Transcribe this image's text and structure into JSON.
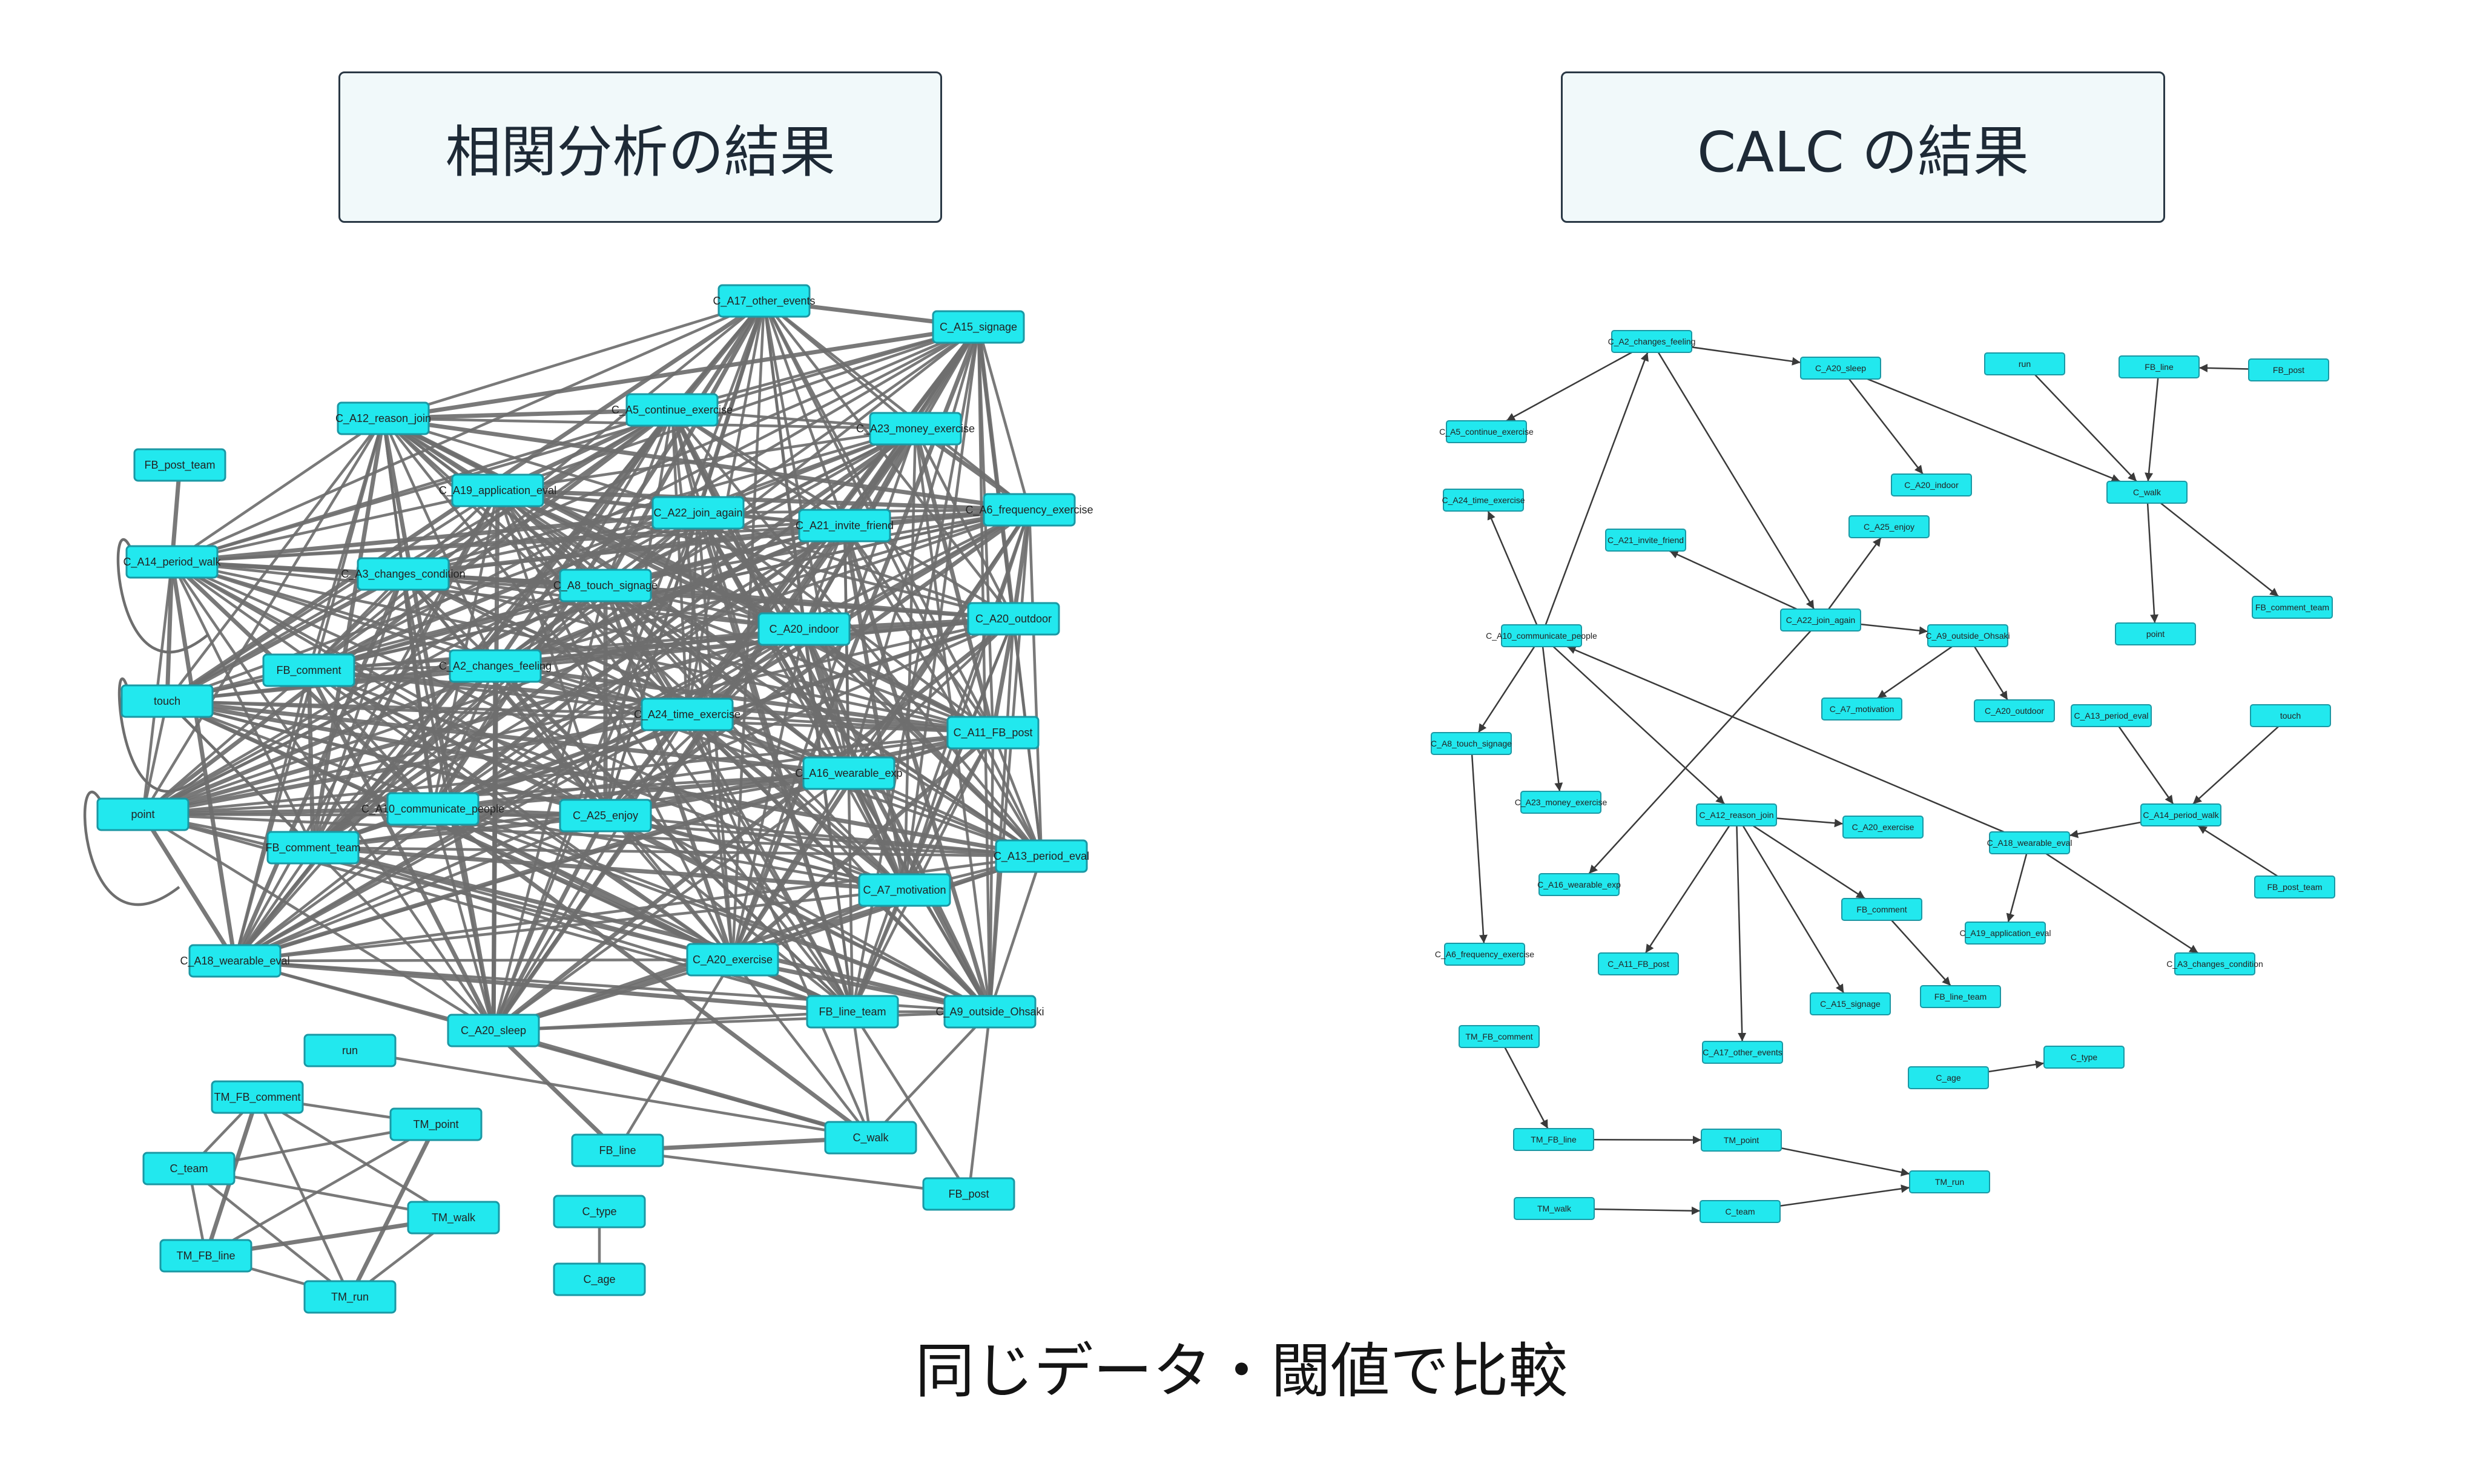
{
  "left_panel": {
    "title": "相関分析の結果",
    "nodes": [
      {
        "id": "C_A17_other_events",
        "label": "C_A17_other_events"
      },
      {
        "id": "C_A15_signage",
        "label": "C_A15_signage"
      },
      {
        "id": "C_A12_reason_join",
        "label": "C_A12_reason_join"
      },
      {
        "id": "C_A5_continue_exercise",
        "label": "C_A5_continue_exercise"
      },
      {
        "id": "C_A23_money_exercise",
        "label": "C_A23_money_exercise"
      },
      {
        "id": "FB_post_team",
        "label": "FB_post_team"
      },
      {
        "id": "C_A19_application_eval",
        "label": "C_A19_application_eval"
      },
      {
        "id": "C_A22_join_again",
        "label": "C_A22_join_again"
      },
      {
        "id": "C_A21_invite_friend",
        "label": "C_A21_invite_friend"
      },
      {
        "id": "C_A6_frequency_exercise",
        "label": "C_A6_frequency_exercise"
      },
      {
        "id": "C_A14_period_walk",
        "label": "C_A14_period_walk"
      },
      {
        "id": "C_A3_changes_condition",
        "label": "C_A3_changes_condition"
      },
      {
        "id": "C_A8_touch_signage",
        "label": "C_A8_touch_signage"
      },
      {
        "id": "C_A20_outdoor",
        "label": "C_A20_outdoor"
      },
      {
        "id": "C_A20_indoor",
        "label": "C_A20_indoor"
      },
      {
        "id": "FB_comment",
        "label": "FB_comment"
      },
      {
        "id": "C_A2_changes_feeling",
        "label": "C_A2_changes_feeling"
      },
      {
        "id": "touch",
        "label": "touch"
      },
      {
        "id": "C_A24_time_exercise",
        "label": "C_A24_time_exercise"
      },
      {
        "id": "C_A11_FB_post",
        "label": "C_A11_FB_post"
      },
      {
        "id": "C_A16_wearable_exp",
        "label": "C_A16_wearable_exp"
      },
      {
        "id": "point",
        "label": "point"
      },
      {
        "id": "C_A10_communicate_people",
        "label": "C_A10_communicate_people"
      },
      {
        "id": "C_A25_enjoy",
        "label": "C_A25_enjoy"
      },
      {
        "id": "FB_comment_team",
        "label": "FB_comment_team"
      },
      {
        "id": "C_A13_period_eval",
        "label": "C_A13_period_eval"
      },
      {
        "id": "C_A7_motivation",
        "label": "C_A7_motivation"
      },
      {
        "id": "C_A18_wearable_eval",
        "label": "C_A18_wearable_eval"
      },
      {
        "id": "C_A20_exercise",
        "label": "C_A20_exercise"
      },
      {
        "id": "C_A20_sleep",
        "label": "C_A20_sleep"
      },
      {
        "id": "FB_line_team",
        "label": "FB_line_team"
      },
      {
        "id": "C_A9_outside_Ohsaki",
        "label": "C_A9_outside_Ohsaki"
      },
      {
        "id": "run",
        "label": "run"
      },
      {
        "id": "TM_FB_comment",
        "label": "TM_FB_comment"
      },
      {
        "id": "TM_point",
        "label": "TM_point"
      },
      {
        "id": "C_walk",
        "label": "C_walk"
      },
      {
        "id": "FB_line",
        "label": "FB_line"
      },
      {
        "id": "C_team",
        "label": "C_team"
      },
      {
        "id": "TM_walk",
        "label": "TM_walk"
      },
      {
        "id": "FB_post",
        "label": "FB_post"
      },
      {
        "id": "C_type",
        "label": "C_type"
      },
      {
        "id": "TM_FB_line",
        "label": "TM_FB_line"
      },
      {
        "id": "TM_run",
        "label": "TM_run"
      },
      {
        "id": "C_age",
        "label": "C_age"
      }
    ],
    "extra_edges": [
      [
        "FB_post_team",
        "C_A14_period_walk"
      ],
      [
        "TM_FB_comment",
        "TM_point"
      ],
      [
        "TM_FB_comment",
        "C_team"
      ],
      [
        "TM_FB_comment",
        "TM_walk"
      ],
      [
        "TM_FB_comment",
        "TM_FB_line"
      ],
      [
        "TM_FB_comment",
        "TM_run"
      ],
      [
        "TM_point",
        "C_team"
      ],
      [
        "TM_point",
        "TM_FB_line"
      ],
      [
        "TM_point",
        "TM_run"
      ],
      [
        "C_team",
        "TM_walk"
      ],
      [
        "C_team",
        "TM_FB_line"
      ],
      [
        "C_team",
        "TM_run"
      ],
      [
        "TM_walk",
        "TM_FB_line"
      ],
      [
        "TM_walk",
        "TM_run"
      ],
      [
        "TM_FB_line",
        "TM_run"
      ],
      [
        "run",
        "C_walk"
      ],
      [
        "FB_line",
        "C_walk"
      ],
      [
        "FB_line",
        "FB_post"
      ],
      [
        "C_type",
        "C_age"
      ],
      [
        "FB_line_team",
        "C_walk"
      ],
      [
        "C_A20_sleep",
        "C_walk"
      ],
      [
        "C_A20_exercise",
        "C_walk"
      ],
      [
        "C_A9_outside_Ohsaki",
        "C_walk"
      ],
      [
        "C_A18_wearable_eval",
        "C_walk"
      ],
      [
        "C_A10_communicate_people",
        "C_walk"
      ],
      [
        "C_A24_time_exercise",
        "C_walk"
      ],
      [
        "FB_line_team",
        "FB_post"
      ],
      [
        "C_A9_outside_Ohsaki",
        "FB_post"
      ],
      [
        "C_A20_sleep",
        "FB_line"
      ],
      [
        "C_A20_exercise",
        "FB_line"
      ]
    ]
  },
  "right_panel": {
    "title": "CALC の結果",
    "nodes": [
      {
        "id": "C_A2_changes_feeling",
        "label": "C_A2_changes_feeling"
      },
      {
        "id": "C_A20_sleep",
        "label": "C_A20_sleep"
      },
      {
        "id": "run",
        "label": "run"
      },
      {
        "id": "FB_line",
        "label": "FB_line"
      },
      {
        "id": "FB_post",
        "label": "FB_post"
      },
      {
        "id": "C_A5_continue_exercise",
        "label": "C_A5_continue_exercise"
      },
      {
        "id": "C_A20_indoor",
        "label": "C_A20_indoor"
      },
      {
        "id": "C_walk",
        "label": "C_walk"
      },
      {
        "id": "C_A24_time_exercise",
        "label": "C_A24_time_exercise"
      },
      {
        "id": "C_A25_enjoy",
        "label": "C_A25_enjoy"
      },
      {
        "id": "C_A21_invite_friend",
        "label": "C_A21_invite_friend"
      },
      {
        "id": "FB_comment_team",
        "label": "FB_comment_team"
      },
      {
        "id": "C_A22_join_again",
        "label": "C_A22_join_again"
      },
      {
        "id": "point",
        "label": "point"
      },
      {
        "id": "C_A10_communicate_people",
        "label": "C_A10_communicate_people"
      },
      {
        "id": "C_A9_outside_Ohsaki",
        "label": "C_A9_outside_Ohsaki"
      },
      {
        "id": "C_A7_motivation",
        "label": "C_A7_motivation"
      },
      {
        "id": "C_A20_outdoor",
        "label": "C_A20_outdoor"
      },
      {
        "id": "C_A13_period_eval",
        "label": "C_A13_period_eval"
      },
      {
        "id": "touch",
        "label": "touch"
      },
      {
        "id": "C_A8_touch_signage",
        "label": "C_A8_touch_signage"
      },
      {
        "id": "C_A23_money_exercise",
        "label": "C_A23_money_exercise"
      },
      {
        "id": "C_A12_reason_join",
        "label": "C_A12_reason_join"
      },
      {
        "id": "C_A20_exercise",
        "label": "C_A20_exercise"
      },
      {
        "id": "C_A18_wearable_eval",
        "label": "C_A18_wearable_eval"
      },
      {
        "id": "C_A14_period_walk",
        "label": "C_A14_period_walk"
      },
      {
        "id": "C_A16_wearable_exp",
        "label": "C_A16_wearable_exp"
      },
      {
        "id": "FB_comment",
        "label": "FB_comment"
      },
      {
        "id": "FB_post_team",
        "label": "FB_post_team"
      },
      {
        "id": "C_A19_application_eval",
        "label": "C_A19_application_eval"
      },
      {
        "id": "C_A6_frequency_exercise",
        "label": "C_A6_frequency_exercise"
      },
      {
        "id": "C_A11_FB_post",
        "label": "C_A11_FB_post"
      },
      {
        "id": "C_A15_signage",
        "label": "C_A15_signage"
      },
      {
        "id": "FB_line_team",
        "label": "FB_line_team"
      },
      {
        "id": "C_A3_changes_condition",
        "label": "C_A3_changes_condition"
      },
      {
        "id": "TM_FB_comment",
        "label": "TM_FB_comment"
      },
      {
        "id": "C_A17_other_events",
        "label": "C_A17_other_events"
      },
      {
        "id": "C_type",
        "label": "C_type"
      },
      {
        "id": "C_age",
        "label": "C_age"
      },
      {
        "id": "TM_FB_line",
        "label": "TM_FB_line"
      },
      {
        "id": "TM_point",
        "label": "TM_point"
      },
      {
        "id": "TM_run",
        "label": "TM_run"
      },
      {
        "id": "TM_walk",
        "label": "TM_walk"
      },
      {
        "id": "C_team",
        "label": "C_team"
      }
    ],
    "edges": [
      [
        "C_A2_changes_feeling",
        "C_A5_continue_exercise"
      ],
      [
        "C_A2_changes_feeling",
        "C_A20_sleep"
      ],
      [
        "C_A2_changes_feeling",
        "C_A22_join_again"
      ],
      [
        "C_A10_communicate_people",
        "C_A2_changes_feeling"
      ],
      [
        "C_A20_sleep",
        "C_A20_indoor"
      ],
      [
        "C_A20_sleep",
        "C_walk"
      ],
      [
        "run",
        "C_walk"
      ],
      [
        "FB_post",
        "FB_line"
      ],
      [
        "FB_line",
        "C_walk"
      ],
      [
        "C_walk",
        "point"
      ],
      [
        "C_walk",
        "FB_comment_team"
      ],
      [
        "C_A10_communicate_people",
        "C_A24_time_exercise"
      ],
      [
        "C_A22_join_again",
        "C_A25_enjoy"
      ],
      [
        "C_A22_join_again",
        "C_A21_invite_friend"
      ],
      [
        "C_A22_join_again",
        "C_A9_outside_Ohsaki"
      ],
      [
        "C_A22_join_again",
        "C_A16_wearable_exp"
      ],
      [
        "C_A9_outside_Ohsaki",
        "C_A7_motivation"
      ],
      [
        "C_A9_outside_Ohsaki",
        "C_A20_outdoor"
      ],
      [
        "C_A10_communicate_people",
        "C_A8_touch_signage"
      ],
      [
        "C_A10_communicate_people",
        "C_A23_money_exercise"
      ],
      [
        "C_A10_communicate_people",
        "C_A12_reason_join"
      ],
      [
        "C_A8_touch_signage",
        "C_A6_frequency_exercise"
      ],
      [
        "C_A12_reason_join",
        "C_A20_exercise"
      ],
      [
        "C_A12_reason_join",
        "FB_comment"
      ],
      [
        "C_A12_reason_join",
        "C_A11_FB_post"
      ],
      [
        "C_A12_reason_join",
        "C_A15_signage"
      ],
      [
        "C_A12_reason_join",
        "C_A17_other_events"
      ],
      [
        "FB_comment",
        "FB_line_team"
      ],
      [
        "C_A18_wearable_eval",
        "C_A10_communicate_people"
      ],
      [
        "C_A18_wearable_eval",
        "C_A19_application_eval"
      ],
      [
        "C_A18_wearable_eval",
        "C_A3_changes_condition"
      ],
      [
        "C_A14_period_walk",
        "C_A18_wearable_eval"
      ],
      [
        "C_A13_period_eval",
        "C_A14_period_walk"
      ],
      [
        "touch",
        "C_A14_period_walk"
      ],
      [
        "FB_post_team",
        "C_A14_period_walk"
      ],
      [
        "TM_FB_comment",
        "TM_FB_line"
      ],
      [
        "TM_FB_line",
        "TM_point"
      ],
      [
        "TM_point",
        "TM_run"
      ],
      [
        "C_team",
        "TM_run"
      ],
      [
        "TM_walk",
        "C_team"
      ],
      [
        "C_age",
        "C_type"
      ]
    ]
  },
  "caption": "同じデータ・閾値で比較",
  "colors": {
    "node_fill": "#22e8ee",
    "node_stroke": "#1a98a4",
    "edge_left": "#6e6e6e",
    "edge_right": "#3a3a3a"
  }
}
